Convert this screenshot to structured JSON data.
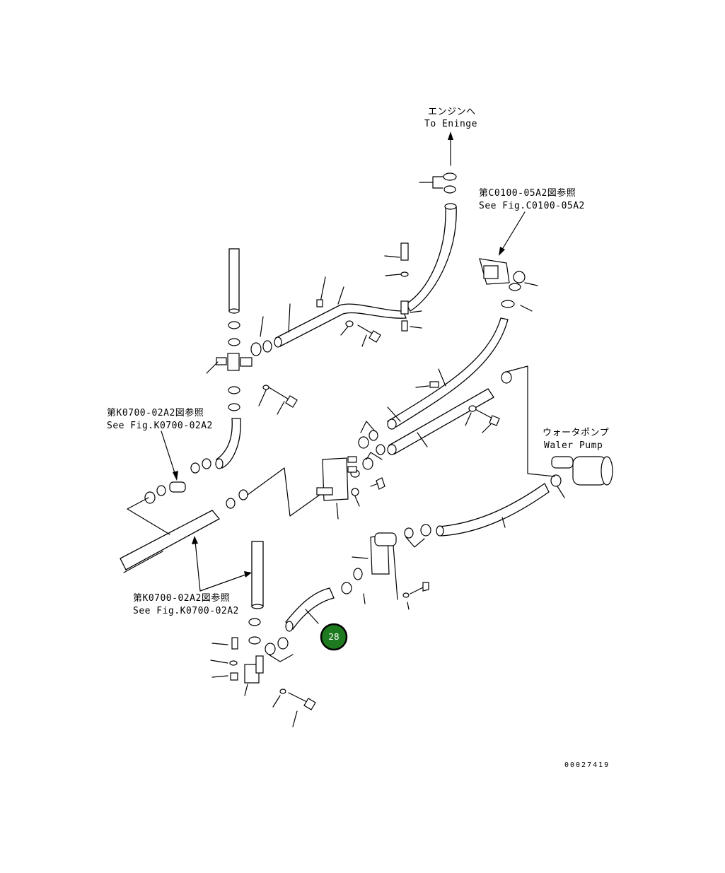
{
  "labels": {
    "engine_jp": "エンジンへ",
    "engine_en": "To Eninge",
    "ref_c0100_jp": "第C0100-05A2図参照",
    "ref_c0100_en": "See Fig.C0100-05A2",
    "ref_k0700_top_jp": "第K0700-02A2図参照",
    "ref_k0700_top_en": "See Fig.K0700-02A2",
    "ref_k0700_bottom_jp": "第K0700-02A2図参照",
    "ref_k0700_bottom_en": "See Fig.K0700-02A2",
    "water_pump_jp": "ウォータポンプ",
    "water_pump_en": "Waler Pump",
    "drawing_code": "00027419"
  },
  "callout": {
    "number": "28",
    "color": "#1e7a1e",
    "ring_color": "#000000"
  }
}
